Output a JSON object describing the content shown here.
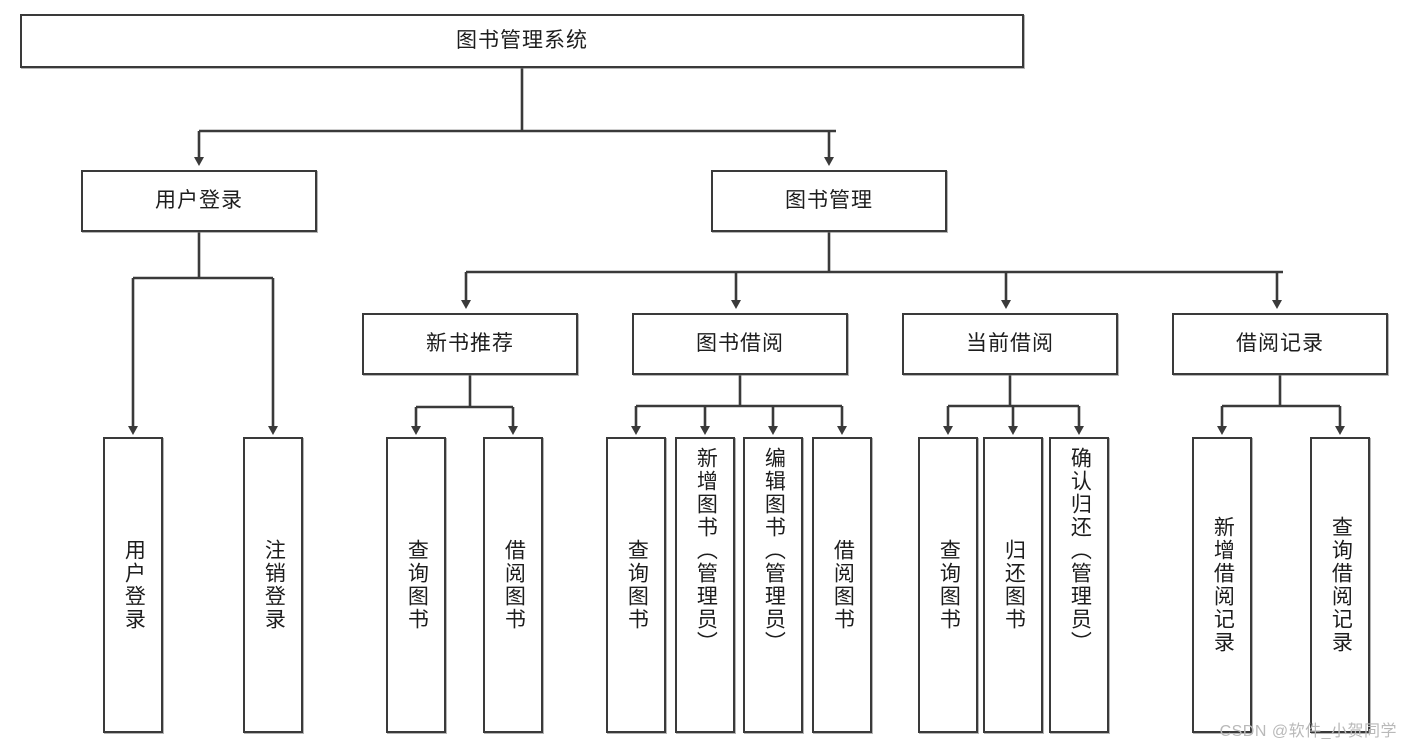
{
  "diagram": {
    "title": "图书管理系统",
    "type": "tree-hierarchy",
    "root": {
      "id": "root",
      "label": "图书管理系统"
    },
    "level2": [
      {
        "id": "user-login",
        "label": "用户登录"
      },
      {
        "id": "book-manage",
        "label": "图书管理"
      }
    ],
    "level3": [
      {
        "id": "new-book-rec",
        "label": "新书推荐"
      },
      {
        "id": "book-borrow",
        "label": "图书借阅"
      },
      {
        "id": "current-borrow",
        "label": "当前借阅"
      },
      {
        "id": "borrow-record",
        "label": "借阅记录"
      }
    ],
    "leaves": {
      "user_login": [
        {
          "id": "leaf-user-login",
          "label": "用户登录"
        },
        {
          "id": "leaf-logout-login",
          "label": "注销登录"
        }
      ],
      "new_book_rec": [
        {
          "id": "leaf-query-book-1",
          "label": "查询图书"
        },
        {
          "id": "leaf-borrow-book-1",
          "label": "借阅图书"
        }
      ],
      "book_borrow": [
        {
          "id": "leaf-query-book-2",
          "label": "查询图书"
        },
        {
          "id": "leaf-add-book",
          "label": "新增图书（管理员）"
        },
        {
          "id": "leaf-edit-book",
          "label": "编辑图书（管理员）"
        },
        {
          "id": "leaf-borrow-book-2",
          "label": "借阅图书"
        }
      ],
      "current_borrow": [
        {
          "id": "leaf-query-book-3",
          "label": "查询图书"
        },
        {
          "id": "leaf-return-book",
          "label": "归还图书"
        },
        {
          "id": "leaf-confirm-return",
          "label": "确认归还（管理员）"
        }
      ],
      "borrow_record": [
        {
          "id": "leaf-add-record",
          "label": "新增借阅记录"
        },
        {
          "id": "leaf-query-record",
          "label": "查询借阅记录"
        }
      ]
    },
    "watermark": "CSDN @软件_小贺同学",
    "colors": {
      "border": "#3a3a3a",
      "background": "#ffffff",
      "text": "#1d1d1d",
      "connector": "#3a3a3a",
      "watermark": "#b9b9b9"
    }
  }
}
